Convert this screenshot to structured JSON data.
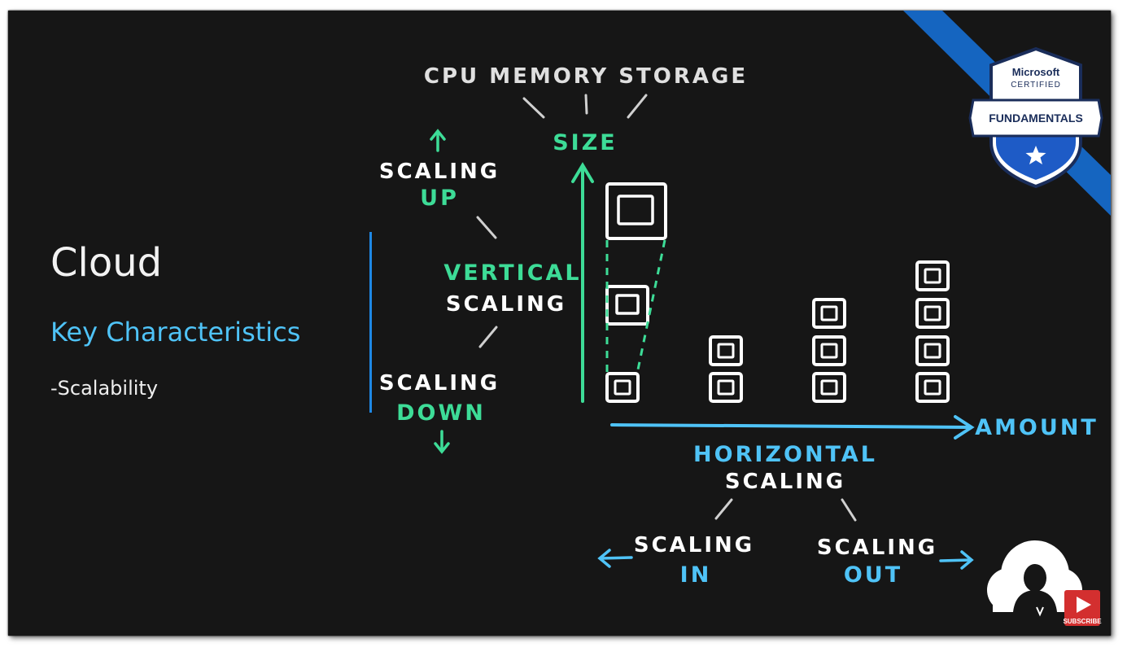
{
  "slide": {
    "title": "Cloud",
    "subtitle": "Key Characteristics",
    "bullet": "-Scalability"
  },
  "diagram": {
    "top_labels": "CPU MEMORY STORAGE",
    "size_label": "SIZE",
    "scaling_up_line1": "SCALING",
    "scaling_up_line2": "UP",
    "vertical_line1": "VERTICAL",
    "vertical_line2": "SCALING",
    "scaling_down_line1": "SCALING",
    "scaling_down_line2": "DOWN",
    "amount_label": "AMOUNT",
    "horizontal_line1": "HORIZONTAL",
    "horizontal_line2": "SCALING",
    "scaling_in_line1": "SCALING",
    "scaling_in_line2": "IN",
    "scaling_out_line1": "SCALING",
    "scaling_out_line2": "OUT"
  },
  "badge": {
    "line1": "Microsoft",
    "line2": "CERTIFIED",
    "line3": "FUNDAMENTALS"
  },
  "subscribe": {
    "label": "SUBSCRIBE"
  },
  "colors": {
    "green": "#3ddc97",
    "cyan": "#4fc3f7",
    "blue_band": "#1565c0",
    "text_white": "#f2f2f2"
  }
}
